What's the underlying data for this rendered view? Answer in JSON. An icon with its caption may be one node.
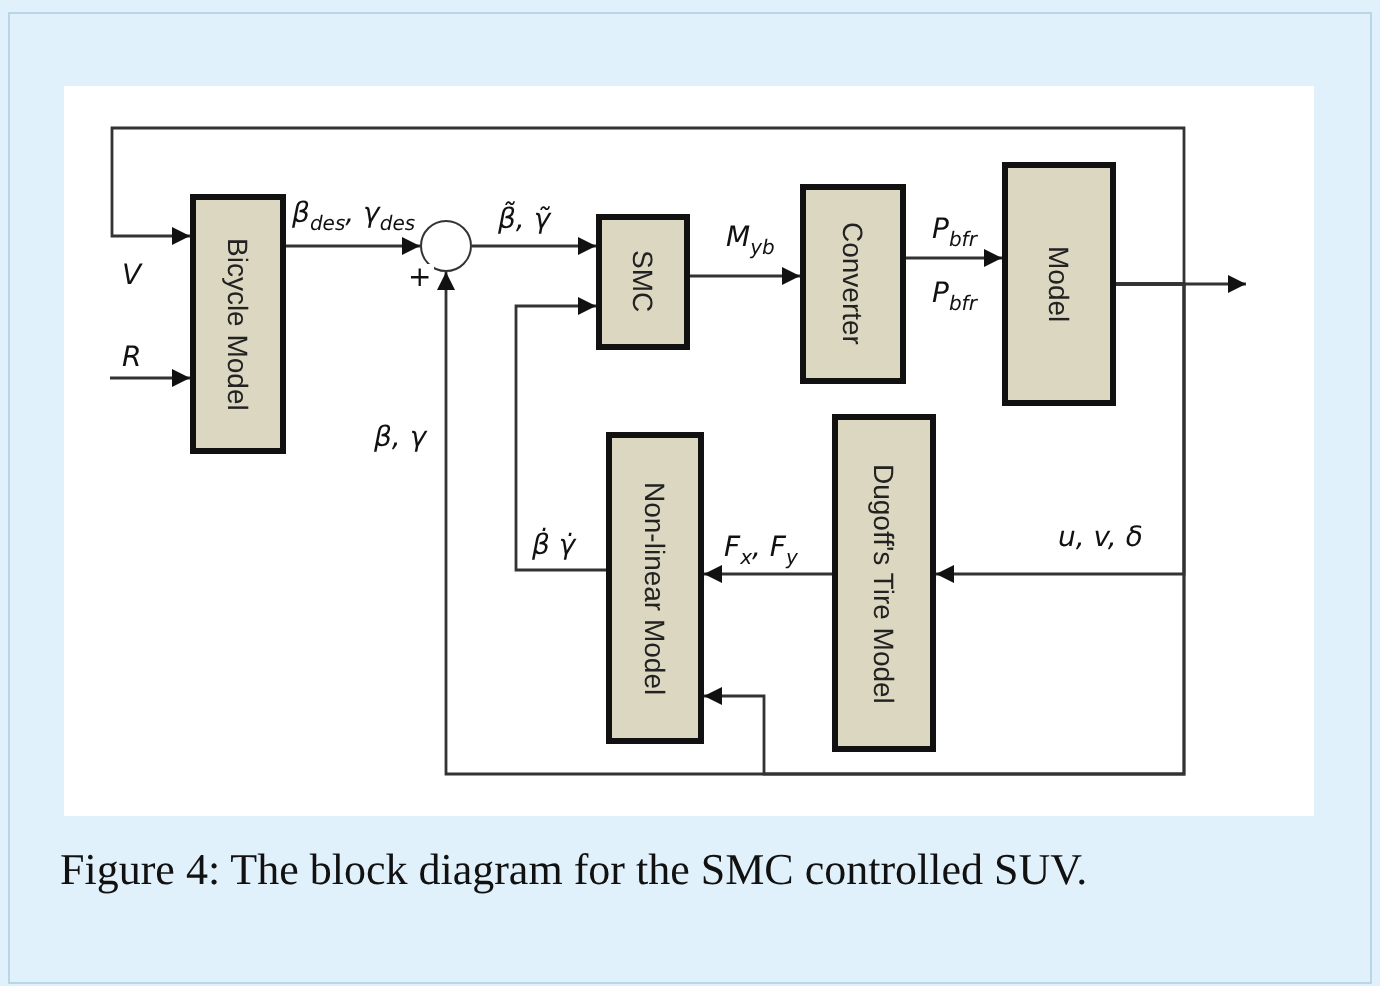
{
  "diagram": {
    "caption": "Figure 4: The block diagram for the SMC controlled SUV.",
    "nodes": [
      {
        "text": [
          "Bicycle Model"
        ]
      },
      {
        "text": [],
        "shape": "circle"
      },
      {
        "text": [
          "SMC"
        ]
      },
      {
        "text": [
          "Converter"
        ]
      },
      {
        "text": [
          "Model"
        ]
      },
      {
        "text": [
          "Non-linear Model"
        ]
      },
      {
        "text": [
          "Dugoff's Tire Model"
        ]
      }
    ],
    "edges": [
      {
        "from": null,
        "to": 0,
        "arrow": "to",
        "label": "R"
      },
      {
        "from": 4,
        "to": 0,
        "arrow": "to",
        "label": "V"
      },
      {
        "from": 0,
        "to": 1,
        "arrow": "to",
        "label": "β$_{des}$, γ$_{des}$"
      },
      {
        "from": 1,
        "to": 2,
        "arrow": "to",
        "label": "β̃, γ̃"
      },
      {
        "from": 2,
        "to": 3,
        "arrow": "to",
        "label": "M$_{yb}$"
      },
      {
        "from": 3,
        "to": 4,
        "arrow": "to",
        "label": "P$_{bfr}$"
      },
      {
        "from": 4,
        "to": null,
        "arrow": "to"
      },
      {
        "from": 4,
        "to": 6,
        "arrow": "to",
        "label": "u, v, δ"
      },
      {
        "from": 4,
        "to": 1,
        "arrow": "to",
        "label": "β, γ"
      },
      {
        "from": 4,
        "to": 5,
        "arrow": "to"
      },
      {
        "from": 5,
        "to": 2,
        "arrow": "to",
        "label": "β̇ γ̇"
      },
      {
        "from": 6,
        "to": 5,
        "arrow": "to",
        "label": "F$_{x}$, F$_{y}$"
      }
    ],
    "labels": [
      "+",
      "P$_{bfr}$"
    ]
  }
}
